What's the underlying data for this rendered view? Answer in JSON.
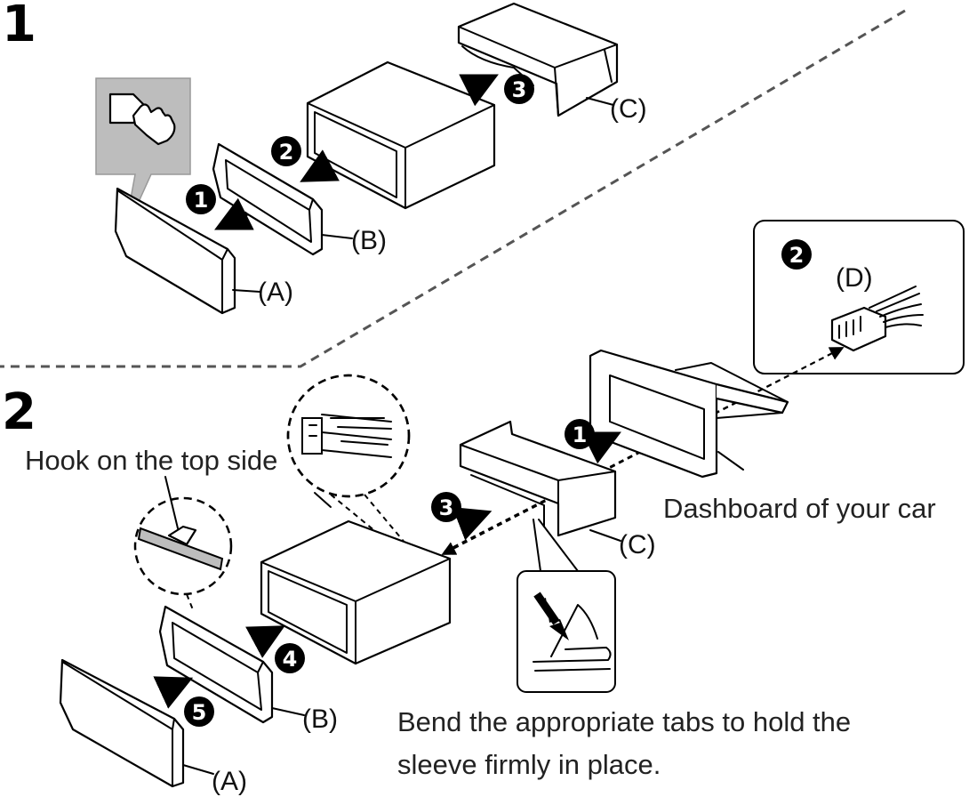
{
  "steps": {
    "one": "1",
    "two": "2"
  },
  "badges": {
    "b1": "1",
    "b2": "2",
    "b3": "3",
    "b4": "4",
    "b5": "5"
  },
  "parts": {
    "a": "(A)",
    "b": "(B)",
    "c": "(C)",
    "d": "(D)"
  },
  "annotations": {
    "hook": "Hook on the top side",
    "dashboard": "Dashboard of your car",
    "bend_line1": "Bend the appropriate tabs to hold the",
    "bend_line2": "sleeve firmly in place."
  },
  "colors": {
    "ink": "#000000",
    "callout_gray": "#bdbdbd",
    "divider": "#555555"
  }
}
